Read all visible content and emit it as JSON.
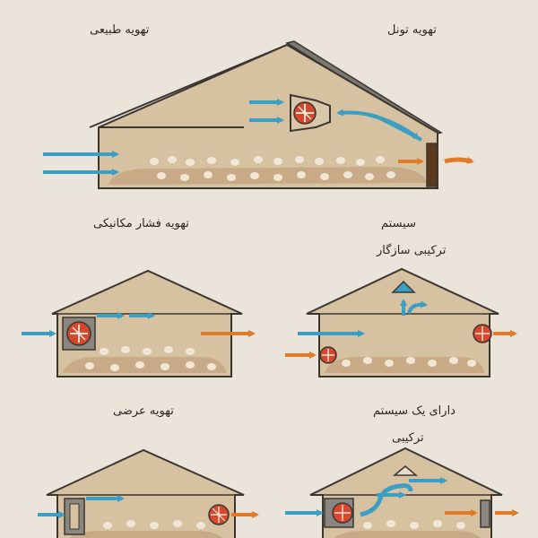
{
  "labels": {
    "natural": "تهویه طبیعی",
    "tunnel": "تهویه تونل",
    "mechanical": "تهویه فشار مکانیکی",
    "compatible_line1": "سیستم",
    "compatible_line2": "ترکیبی سازگار",
    "cross": "تهویه عرضی",
    "hybrid_line1": "دارای یک سیستم",
    "hybrid_line2": "ترکیبی"
  },
  "colors": {
    "background": "#ebe4da",
    "house_fill": "#d6c1a0",
    "house_stroke": "#3a3733",
    "roof_band": "#7c776f",
    "litter": "#c8ab86",
    "chicken": "#f1e7d6",
    "blue_arrow": "#3b9ec2",
    "orange_arrow": "#e07b2a",
    "fan_red": "#d9462c",
    "fan_box": "#8b8680",
    "door_brown": "#5b3a1c"
  },
  "icons": [
    "blue-air-arrow-icon",
    "orange-air-arrow-icon",
    "fan-icon",
    "vent-door-icon",
    "chicken-icon",
    "roof-vent-icon"
  ]
}
